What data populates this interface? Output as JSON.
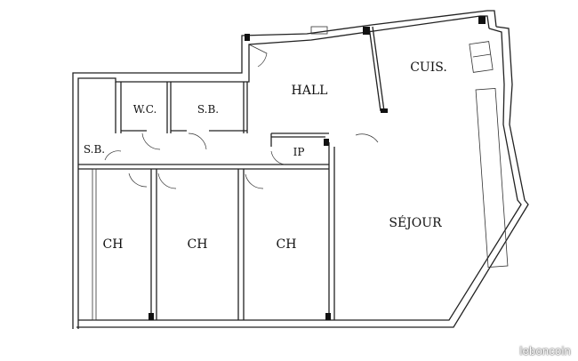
{
  "rooms": {
    "hall": "HALL",
    "cuisine": "CUIS.",
    "wc": "W.C.",
    "sb1": "S.B.",
    "sb2": "S.B.",
    "ip": "IP",
    "sejour": "SÉJOUR",
    "ch1": "CH",
    "ch2": "CH",
    "ch3": "CH"
  },
  "watermark": "leboncoin"
}
